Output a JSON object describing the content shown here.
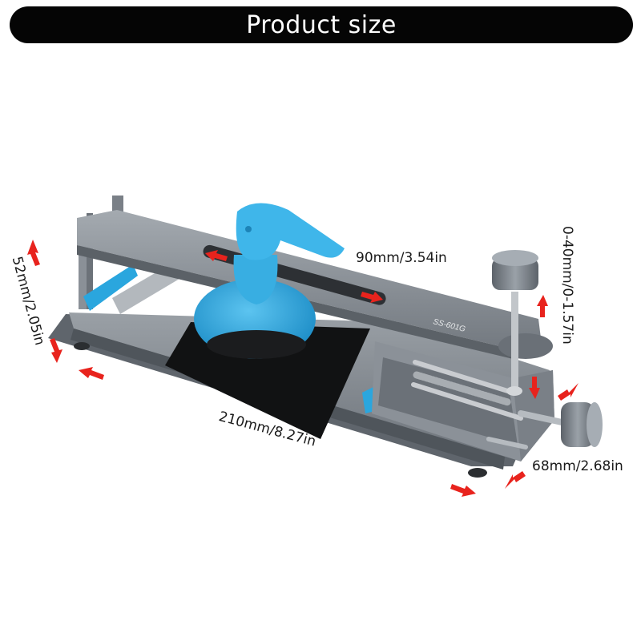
{
  "banner": {
    "title": "Product size"
  },
  "product": {
    "model_label": "SS-601G"
  },
  "dimensions": {
    "length": "210mm/8.27in",
    "slot": "90mm/3.54in",
    "height": "52mm/2.05in",
    "travel": "0-40mm/0-1.57in",
    "width": "68mm/2.68in"
  },
  "colors": {
    "banner_bg": "#050505",
    "banner_text": "#ffffff",
    "metal": "#7d838b",
    "accent_blue": "#2aa6de",
    "arrow_red": "#e8231d"
  }
}
